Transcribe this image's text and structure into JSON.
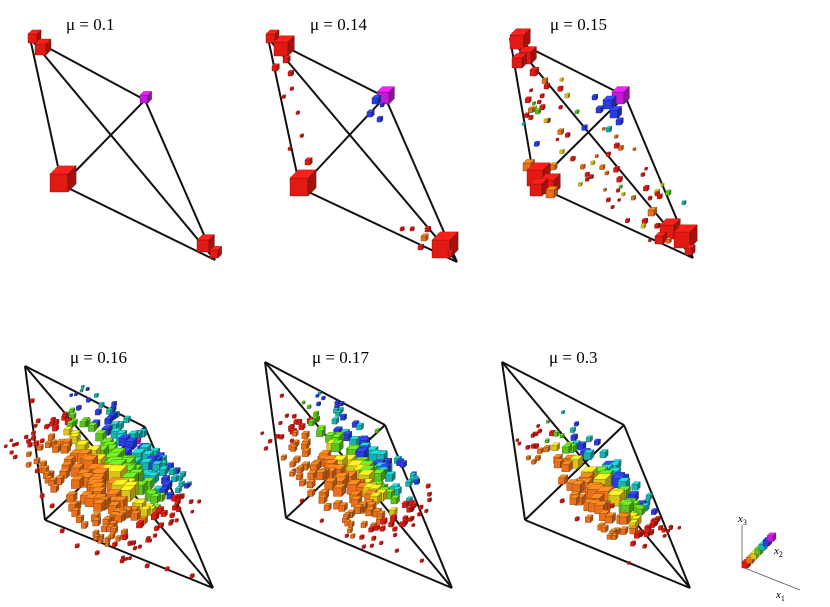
{
  "panels": [
    {
      "id": "p1",
      "title": "μ = 0.1"
    },
    {
      "id": "p2",
      "title": "μ = 0.14"
    },
    {
      "id": "p3",
      "title": "μ = 0.15"
    },
    {
      "id": "p4",
      "title": "μ = 0.16"
    },
    {
      "id": "p5",
      "title": "μ = 0.17"
    },
    {
      "id": "p6",
      "title": "μ = 0.3"
    }
  ],
  "axes_legend": {
    "x1": "x",
    "x1_sub": "1",
    "x2": "x",
    "x2_sub": "2",
    "x3": "x",
    "x3_sub": "3"
  },
  "colors": {
    "red": "#e11a14",
    "orange": "#e8701a",
    "yellow": "#d9c51a",
    "green": "#5cc21d",
    "cyan": "#1ab2b0",
    "blue": "#2a3ce0",
    "magenta": "#c21ad8"
  }
}
